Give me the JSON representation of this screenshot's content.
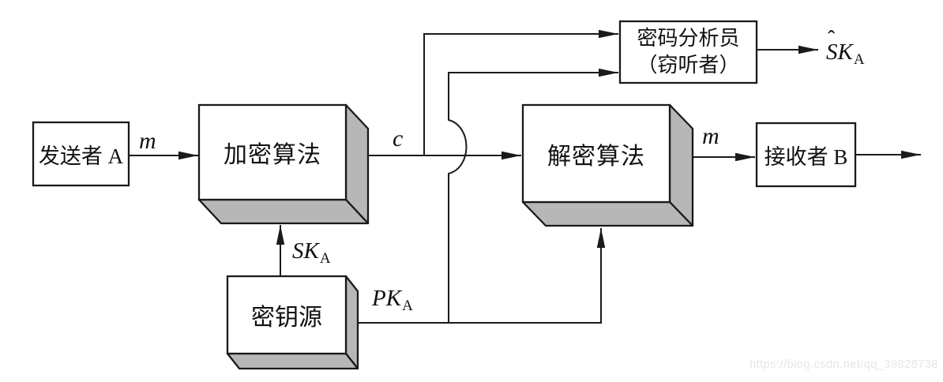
{
  "diagram": {
    "kind": "public-key-cryptosystem-flow",
    "background": "#ffffff",
    "line_color": "#1a1a1a",
    "box_fill": "#ffffff",
    "shadow_fill": "#b7b7b7",
    "text_color": "#111111",
    "watermark_color": "#e6e6e6"
  },
  "nodes": {
    "sender": {
      "label": "发送者 A"
    },
    "encrypt": {
      "label": "加密算法"
    },
    "decrypt": {
      "label": "解密算法"
    },
    "receiver": {
      "label": "接收者 B"
    },
    "keysource": {
      "label": "密钥源"
    },
    "cryptanalyst": {
      "label_line1": "密码分析员",
      "label_line2": "（窃听者）"
    }
  },
  "edge_labels": {
    "message_in": "m",
    "ciphertext": "c",
    "message_out": "m",
    "secret_key": {
      "base": "SK",
      "sub": "A"
    },
    "public_key": {
      "base": "PK",
      "sub": "A"
    },
    "estimated_key": {
      "hat": "ˆ",
      "base": "SK",
      "sub": "A"
    }
  },
  "watermark": "https://blog.csdn.net/qq_39828738"
}
